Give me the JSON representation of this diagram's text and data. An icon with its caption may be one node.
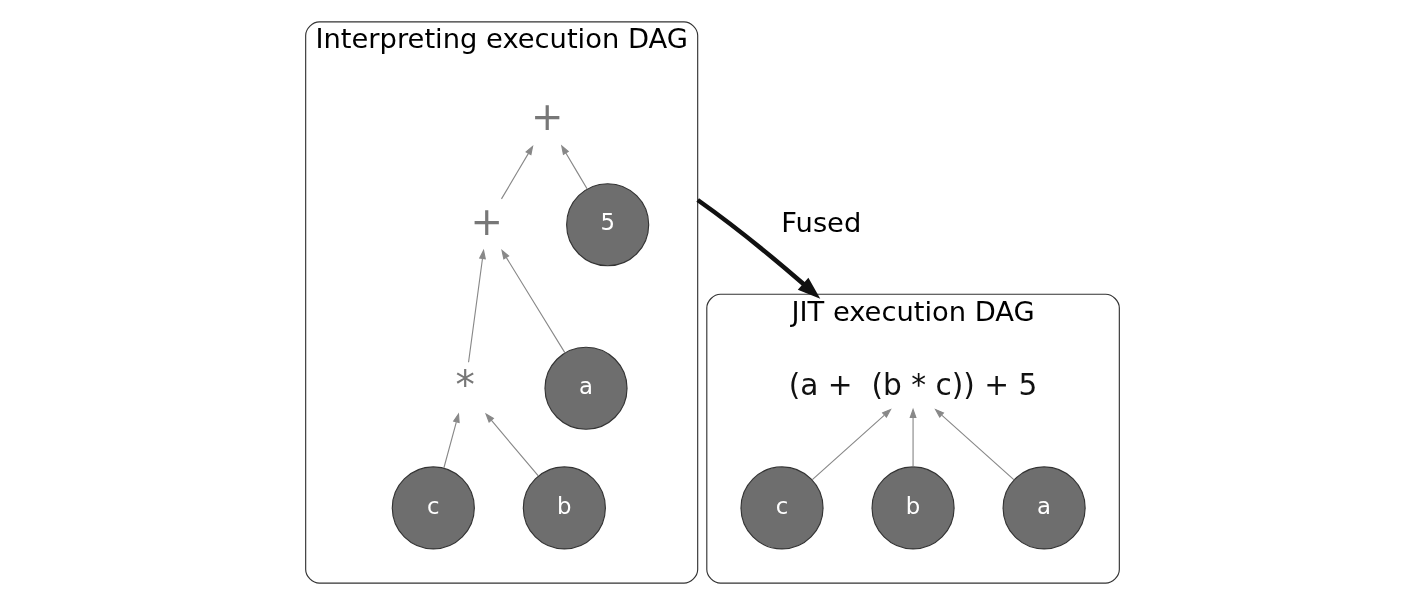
{
  "diagram": {
    "nodes": [
      {
        "text": [
          "Interpreting execution DAG"
        ]
      },
      {
        "text": [
          "+"
        ],
        "in": 0
      },
      {
        "text": [
          "+"
        ],
        "in": 0
      },
      {
        "text": [
          "5"
        ],
        "in": 0
      },
      {
        "text": [
          "a"
        ],
        "in": 0
      },
      {
        "text": [
          "*"
        ],
        "in": 0
      },
      {
        "text": [
          "b"
        ],
        "in": 0
      },
      {
        "text": [
          "c"
        ],
        "in": 0
      },
      {
        "text": [
          "JIT execution DAG"
        ]
      },
      {
        "text": [
          "(a +  (b * c)) + 5"
        ],
        "in": 8
      },
      {
        "text": [
          "a"
        ],
        "in": 8
      },
      {
        "text": [
          "b"
        ],
        "in": 8
      },
      {
        "text": [
          "c"
        ],
        "in": 8
      }
    ],
    "edges": [
      {
        "from": 2,
        "to": 1,
        "arrow": "to"
      },
      {
        "from": 3,
        "to": 1,
        "arrow": "to"
      },
      {
        "from": 4,
        "to": 2,
        "arrow": "to"
      },
      {
        "from": 5,
        "to": 2,
        "arrow": "to"
      },
      {
        "from": 6,
        "to": 5,
        "arrow": "to"
      },
      {
        "from": 7,
        "to": 5,
        "arrow": "to"
      },
      {
        "from": 0,
        "to": 8,
        "arrow": "to",
        "label": "Fused",
        "style": "thick",
        "color": "#111111"
      },
      {
        "from": 10,
        "to": 9,
        "arrow": "to"
      },
      {
        "from": 11,
        "to": 9,
        "arrow": "to"
      },
      {
        "from": 12,
        "to": 9,
        "arrow": "to"
      }
    ]
  }
}
